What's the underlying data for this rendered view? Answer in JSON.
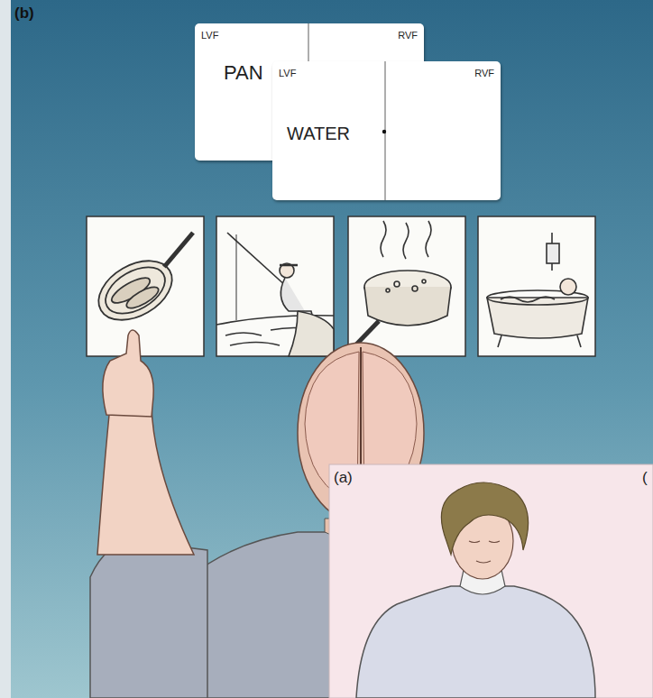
{
  "diagram": {
    "nodes": [
      {
        "text": [
          "LVF",
          "RVF",
          "PAN"
        ]
      },
      {
        "text": [
          "LVF",
          "RVF",
          "WATER"
        ]
      }
    ],
    "labels": [
      "(b)",
      "(a)",
      "("
    ]
  }
}
